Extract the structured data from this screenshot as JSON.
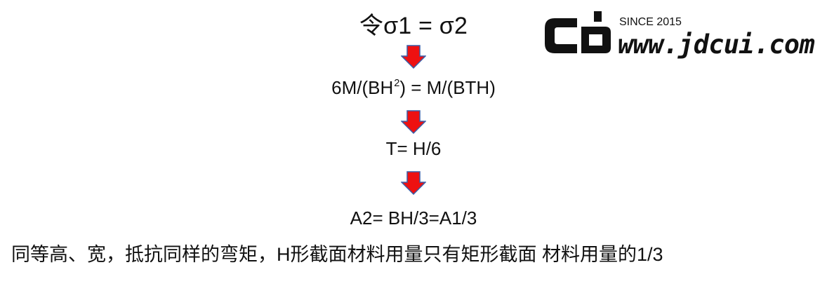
{
  "equations": {
    "step1": "令σ1 = σ2",
    "step2_prefix": "6M/(BH",
    "step2_sup": "2",
    "step2_suffix": ") = M/(BTH)",
    "step3": "T= H/6",
    "step4": "A2= BH/3=A1/3"
  },
  "conclusion": "同等高、宽，抵抗同样的弯矩，H形截面材料用量只有矩形截面 材料用量的1/3",
  "arrows": {
    "count": 3,
    "fill_color": "#ee1111",
    "stroke_color": "#3a5ea8"
  },
  "logo": {
    "since": "SINCE 2015",
    "url": "www.jdcui.com",
    "mark_color": "#111111"
  }
}
